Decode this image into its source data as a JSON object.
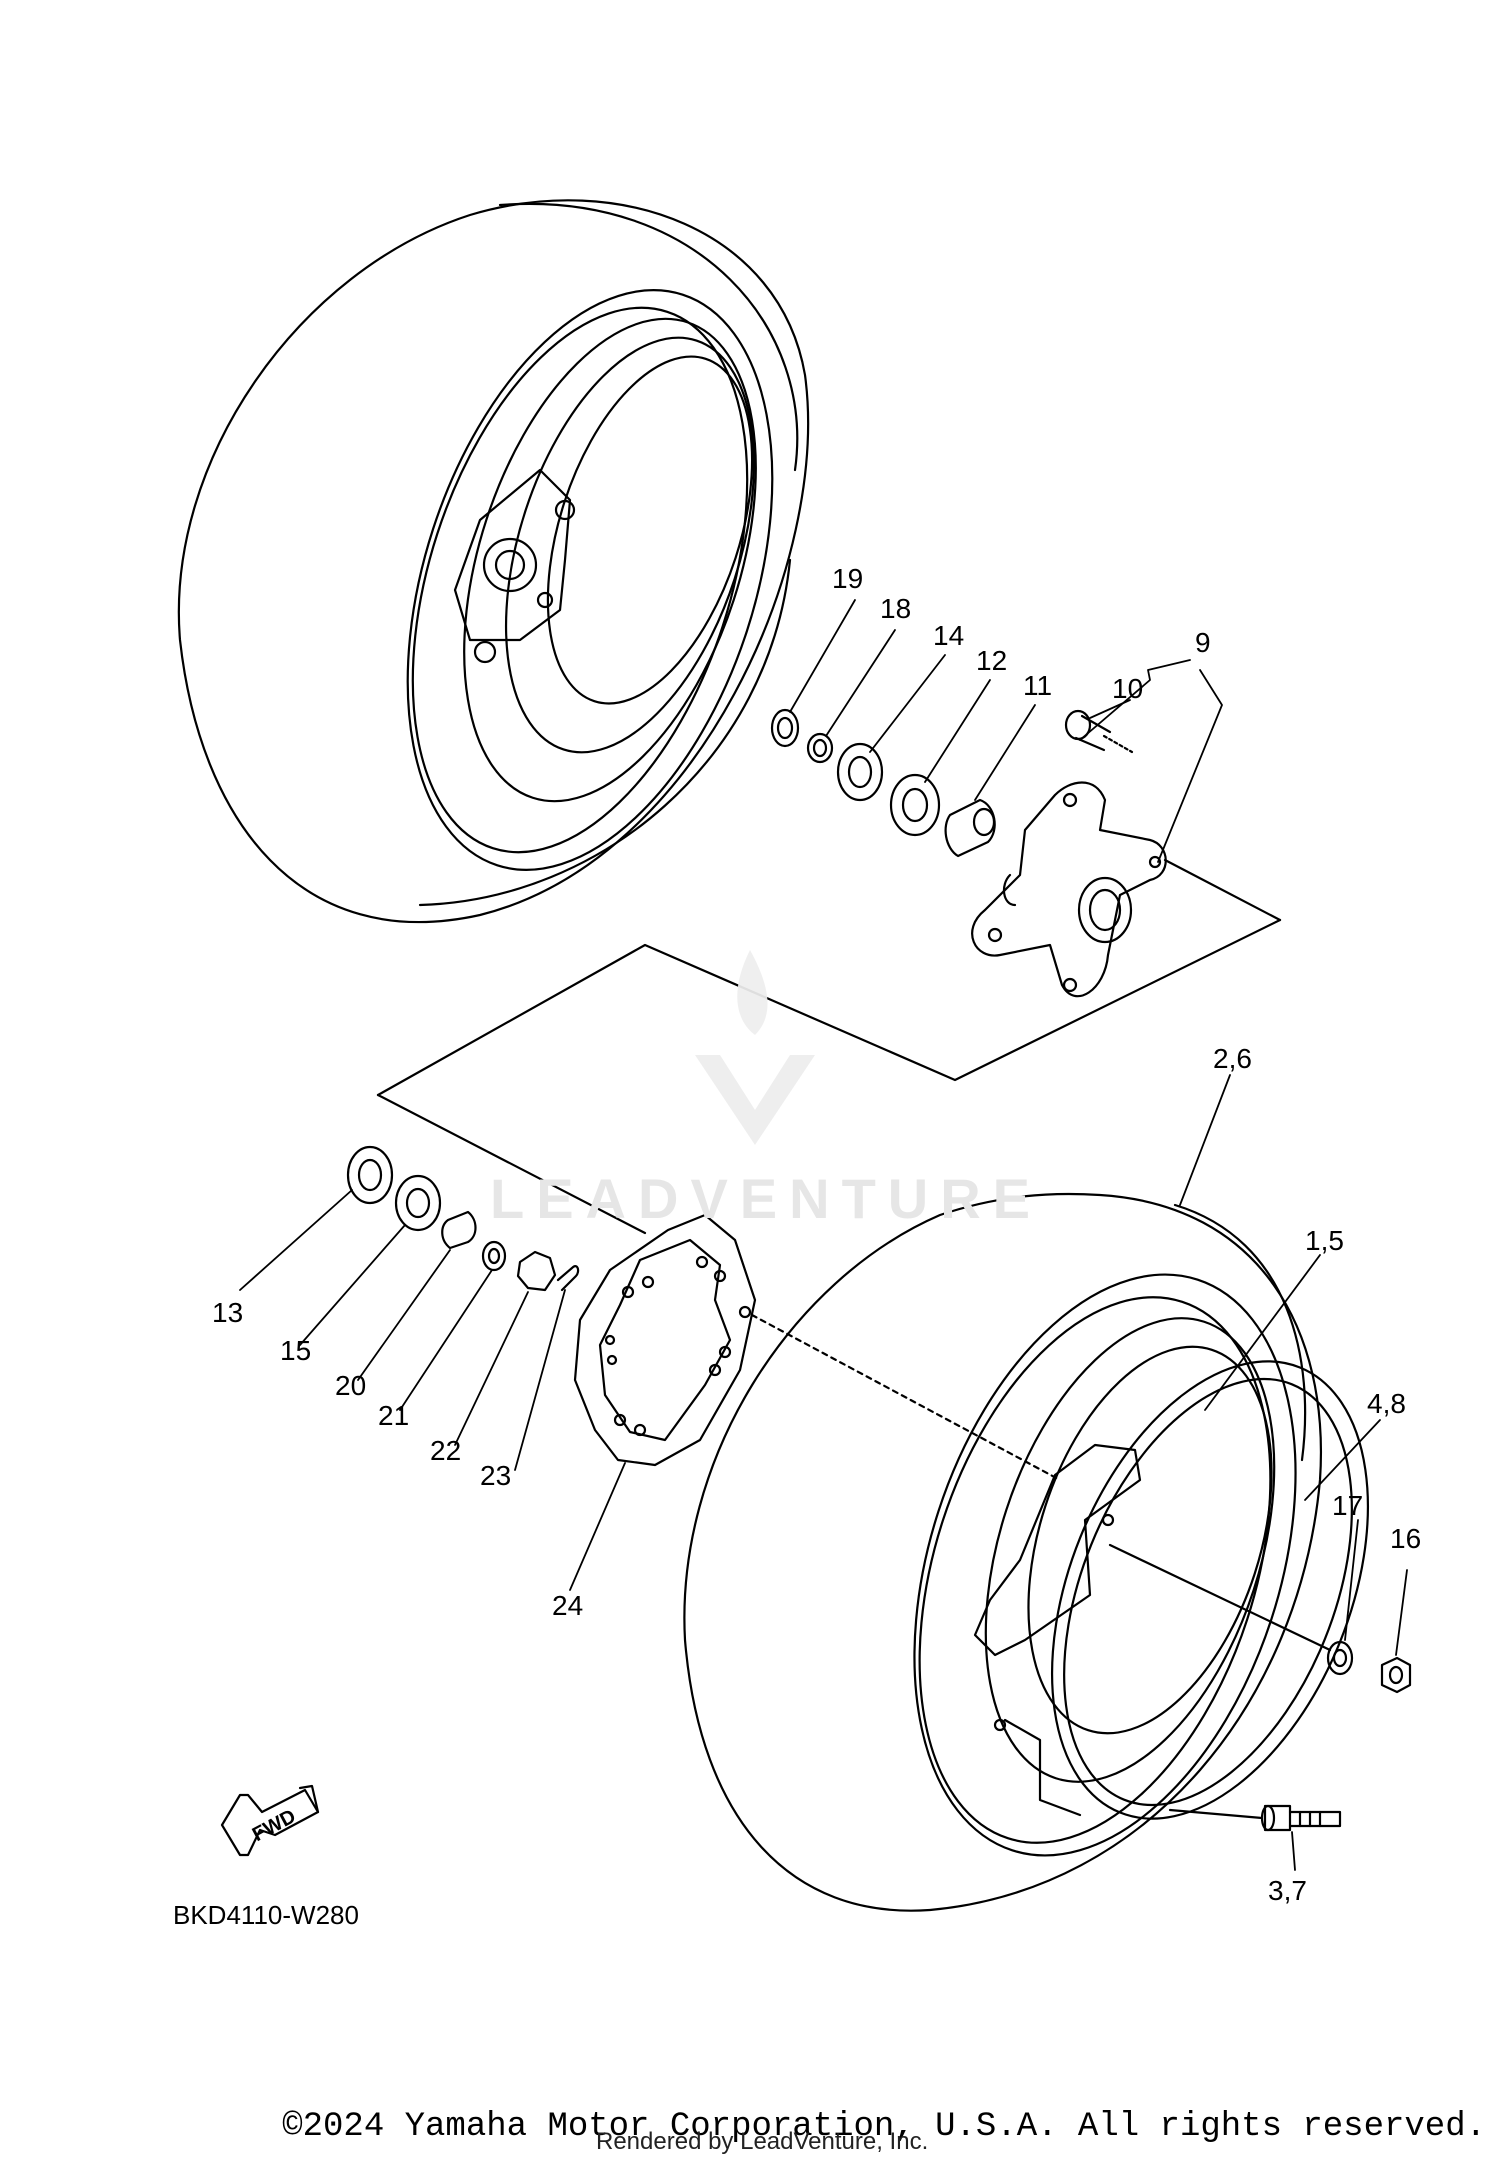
{
  "diagram": {
    "part_code": "BKD4110-W280",
    "fwd_label": "FWD",
    "watermark": "LEADVENTURE",
    "copyright": "©2024 Yamaha Motor Corporation, U.S.A. All rights reserved.",
    "rendered_by": "Rendered by LeadVenture, Inc.",
    "callouts": [
      {
        "id": "c19",
        "text": "19"
      },
      {
        "id": "c18",
        "text": "18"
      },
      {
        "id": "c14",
        "text": "14"
      },
      {
        "id": "c12",
        "text": "12"
      },
      {
        "id": "c11",
        "text": "11"
      },
      {
        "id": "c10",
        "text": "10"
      },
      {
        "id": "c9",
        "text": "9"
      },
      {
        "id": "c26",
        "text": "2,6"
      },
      {
        "id": "c15b",
        "text": "1,5"
      },
      {
        "id": "c48",
        "text": "4,8"
      },
      {
        "id": "c17",
        "text": "17"
      },
      {
        "id": "c16",
        "text": "16"
      },
      {
        "id": "c37",
        "text": "3,7"
      },
      {
        "id": "c13",
        "text": "13"
      },
      {
        "id": "c15",
        "text": "15"
      },
      {
        "id": "c20",
        "text": "20"
      },
      {
        "id": "c21",
        "text": "21"
      },
      {
        "id": "c22",
        "text": "22"
      },
      {
        "id": "c23",
        "text": "23"
      },
      {
        "id": "c24",
        "text": "24"
      }
    ]
  }
}
